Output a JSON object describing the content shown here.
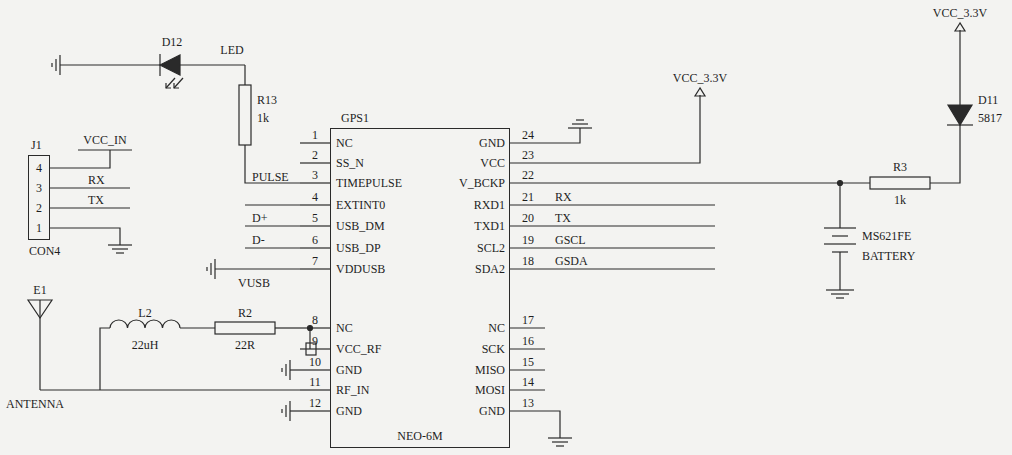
{
  "diagram": {
    "nodes": [
      {
        "text": [
          "J1",
          "CON4"
        ]
      },
      {
        "text": [
          "GPS1",
          "NEO-6M"
        ]
      }
    ],
    "labels": [
      "D12",
      "LED",
      "R13",
      "1k",
      "PULSE",
      "VCC_IN",
      "RX",
      "TX",
      "4",
      "3",
      "2",
      "1",
      "1",
      "2",
      "3",
      "4",
      "5",
      "6",
      "7",
      "8",
      "9",
      "10",
      "11",
      "12",
      "NC",
      "SS_N",
      "TIMEPULSE",
      "EXTINT0",
      "USB_DM",
      "USB_DP",
      "VDDUSB",
      "NC",
      "VCC_RF",
      "GND",
      "RF_IN",
      "GND",
      "24",
      "23",
      "22",
      "21",
      "20",
      "19",
      "18",
      "17",
      "16",
      "15",
      "14",
      "13",
      "GND",
      "VCC",
      "V_BCKP",
      "RXD1",
      "TXD1",
      "SCL2",
      "SDA2",
      "NC",
      "SCK",
      "MISO",
      "MOSI",
      "GND",
      "RX",
      "TX",
      "GSCL",
      "GSDA",
      "D+",
      "D-",
      "VUSB",
      "E1",
      "ANTENNA",
      "L2",
      "22uH",
      "R2",
      "22R",
      "VCC_3.3V",
      "VCC_3.3V",
      "R3",
      "1k",
      "MS621FE",
      "BATTERY",
      "D11",
      "5817"
    ]
  }
}
